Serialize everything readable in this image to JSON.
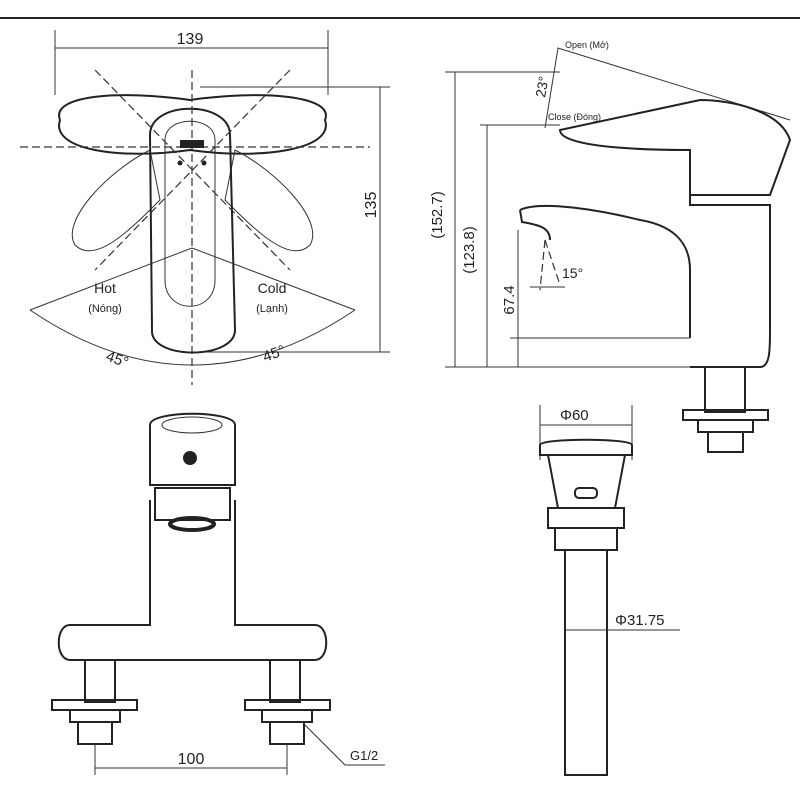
{
  "top_view": {
    "width_dim": "139",
    "height_dim": "135",
    "hot_label": "Hot",
    "hot_sub": "(Nóng)",
    "cold_label": "Cold",
    "cold_sub": "(Lạnh)",
    "angle_left": "45°",
    "angle_right": "45°"
  },
  "side_view": {
    "open_label": "Open (Mở)",
    "close_label": "Close (Đóng)",
    "lever_angle": "23°",
    "total_height": "(152.7)",
    "body_height": "(123.8)",
    "spout_height": "67.4",
    "spray_angle": "15°"
  },
  "front_view": {
    "spacing_dim": "100",
    "thread_label": "G1/2"
  },
  "drain_view": {
    "top_diameter": "Φ60",
    "pipe_diameter": "Φ31.75"
  },
  "colors": {
    "line": "#222222",
    "sub_label": "#5a3a6a"
  }
}
